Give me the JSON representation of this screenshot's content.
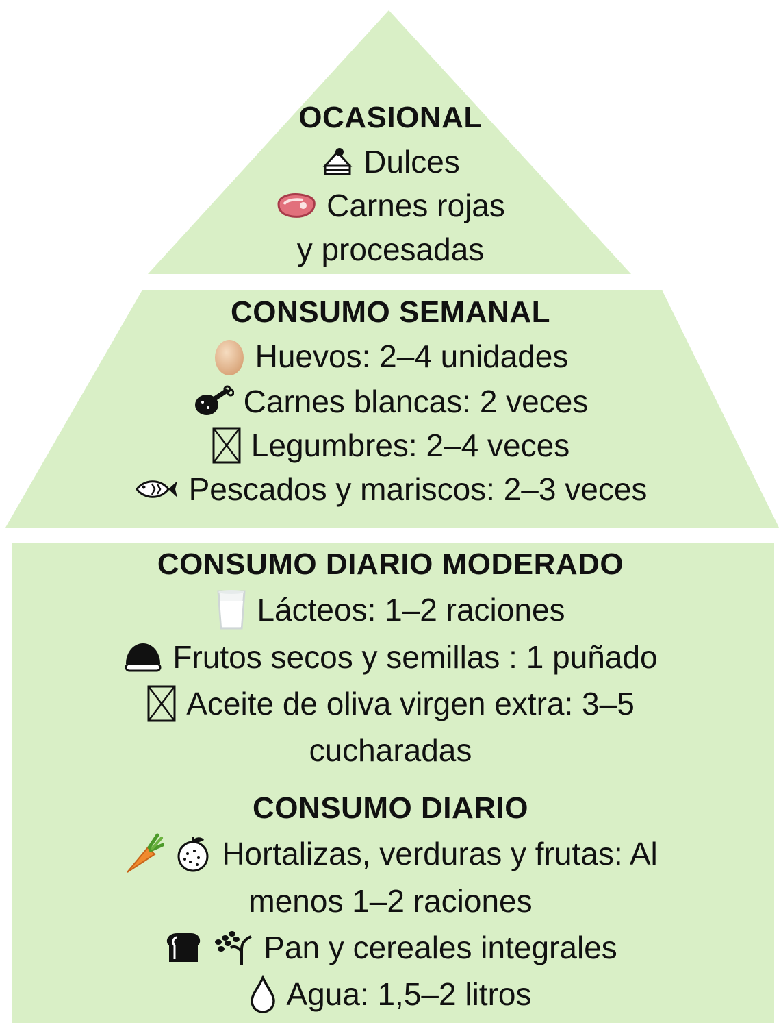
{
  "colors": {
    "tier_fill": "#d9efc6",
    "text": "#111111"
  },
  "tiers": [
    {
      "title": "OCASIONAL",
      "items": [
        {
          "icon": "cake-slice-icon",
          "text": "Dulces"
        },
        {
          "icon": "steak-icon",
          "text": "Carnes rojas"
        }
      ],
      "extra_line": "y procesadas"
    },
    {
      "title": "CONSUMO SEMANAL",
      "items": [
        {
          "icon": "egg-icon",
          "text": "Huevos: 2–4 unidades"
        },
        {
          "icon": "chicken-leg-icon",
          "text": "Carnes blancas: 2 veces"
        },
        {
          "icon": "missing-glyph-icon",
          "text": "Legumbres: 2–4 veces"
        },
        {
          "icon": "fish-icon",
          "text": "Pescados y mariscos: 2–3 veces"
        }
      ]
    },
    {
      "title": "CONSUMO DIARIO MODERADO",
      "items": [
        {
          "icon": "milk-glass-icon",
          "text": "Lácteos: 1–2 raciones"
        },
        {
          "icon": "chestnut-icon",
          "text": "Frutos secos y semillas : 1 puñado"
        },
        {
          "icon": "missing-glyph-icon",
          "text": "Aceite de oliva virgen extra: 3–5"
        }
      ],
      "extra_line": "cucharadas"
    },
    {
      "title": "CONSUMO DIARIO",
      "items": [
        {
          "icons": [
            "carrot-icon",
            "orange-icon"
          ],
          "text": "Hortalizas, verduras y frutas: Al"
        }
      ],
      "extra_line": "menos  1–2 raciones",
      "items2": [
        {
          "icons": [
            "bread-icon",
            "grain-icon"
          ],
          "text": "Pan y cereales integrales"
        },
        {
          "icon": "water-drop-icon",
          "text": "Agua: 1,5–2 litros"
        }
      ]
    }
  ]
}
